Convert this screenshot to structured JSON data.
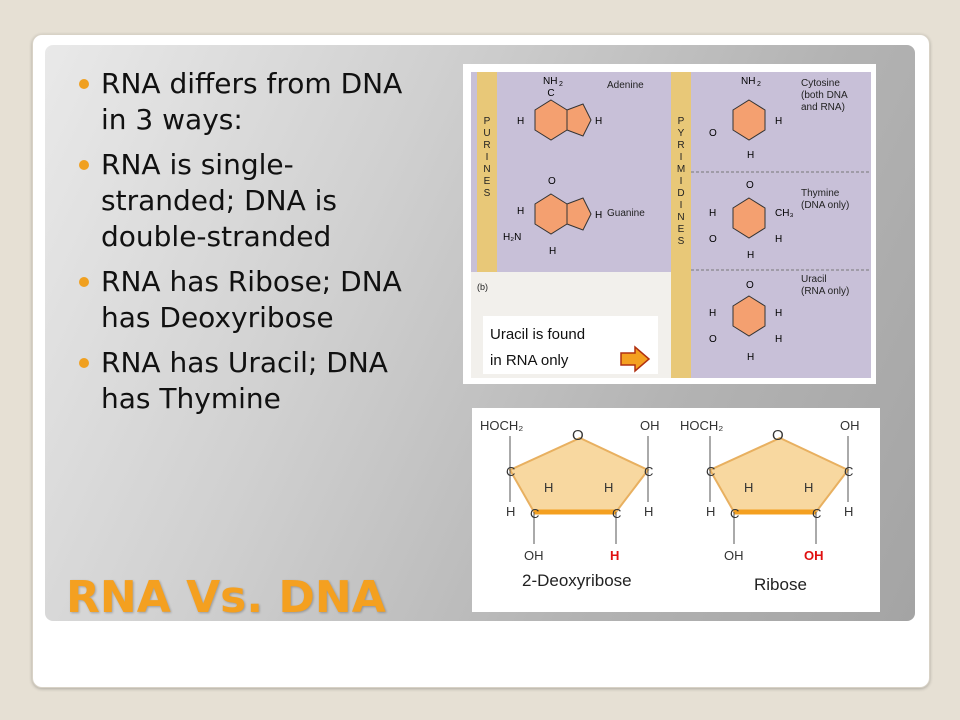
{
  "slide": {
    "title": "RNA Vs. DNA",
    "bullets": [
      "RNA differs from DNA in 3 ways:",
      "RNA is single-stranded; DNA is double-stranded",
      "RNA has Ribose; DNA has Deoxyribose",
      "RNA has Uracil; DNA has Thymine"
    ]
  },
  "colors": {
    "accent": "#f4a020",
    "ring": "#f4a070",
    "sugar_ring": "#f8d8a0",
    "panel": "#c8c0d8",
    "strip": "#e8c878"
  },
  "bases_figure": {
    "purines_label": "P U R I N E S",
    "pyrimidines_label": "P Y R I M I D I N E S",
    "adenine_label": "Adenine",
    "guanine_label": "Guanine",
    "cytosine_label": [
      "Cytosine",
      "(both DNA",
      "and RNA)"
    ],
    "thymine_label": [
      "Thymine",
      "(DNA only)"
    ],
    "uracil_label": [
      "Uracil",
      "(RNA only)"
    ],
    "panel_letter": "(b)",
    "callout": [
      "Uracil is found",
      "in RNA only"
    ]
  },
  "sugars_figure": {
    "deoxyribose": {
      "name": "2-Deoxyribose",
      "top_left": "HOCH₂",
      "ring_o": "O",
      "top_right": "OH",
      "left_c": "C",
      "right_c": "C",
      "left_h": "H",
      "right_h": "H",
      "inner_h_left": "H",
      "inner_h_right": "H",
      "bottom_c_left": "C",
      "bottom_c_right": "C",
      "bottom_left": "OH",
      "bottom_right": "H"
    },
    "ribose": {
      "name": "Ribose",
      "top_left": "HOCH₂",
      "ring_o": "O",
      "top_right": "OH",
      "left_c": "C",
      "right_c": "C",
      "left_h": "H",
      "right_h": "H",
      "inner_h_left": "H",
      "inner_h_right": "H",
      "bottom_c_left": "C",
      "bottom_c_right": "C",
      "bottom_left": "OH",
      "bottom_right": "OH"
    }
  }
}
